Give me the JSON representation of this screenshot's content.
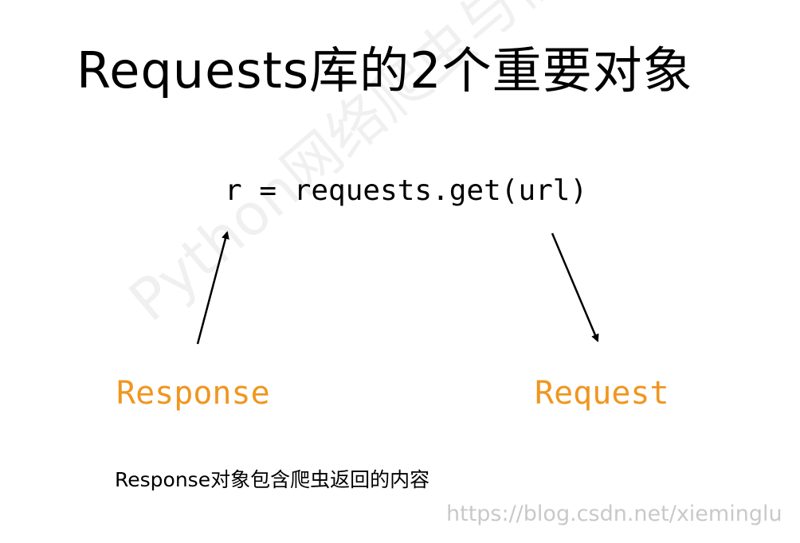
{
  "title": "Requests库的2个重要对象",
  "code": "r = requests.get(url)",
  "labels": {
    "response": "Response",
    "request": "Request"
  },
  "caption": "Response对象包含爬虫返回的内容",
  "watermark": {
    "url": "https://blog.csdn.net/xieminglu",
    "diagonal": "Python网络爬虫与信息提取"
  },
  "colors": {
    "label_orange": "#f0961f",
    "text": "#000000",
    "watermark": "#c9c9c9"
  }
}
